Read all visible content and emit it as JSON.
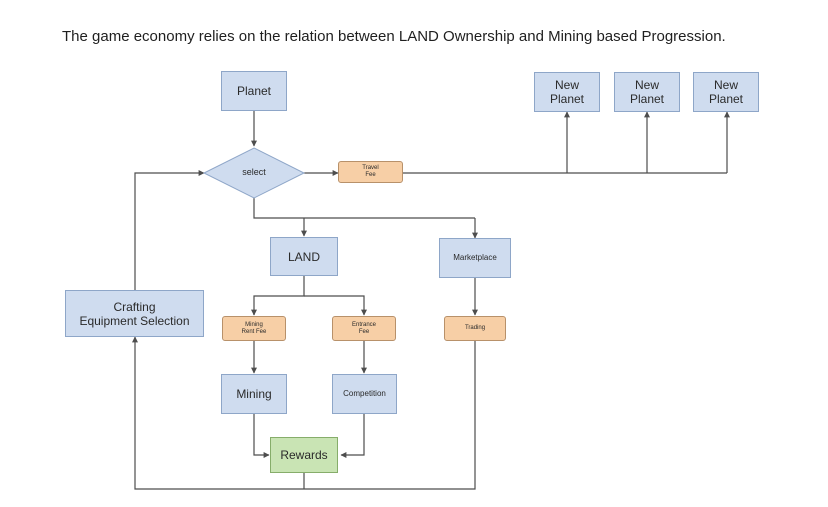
{
  "description": "The game economy relies on the relation between LAND Ownership and Mining based Progression.",
  "nodes": {
    "planet": "Planet",
    "new_planet_1": "New\nPlanet",
    "new_planet_2": "New\nPlanet",
    "new_planet_3": "New\nPlanet",
    "select": "select",
    "travel_fee": "Travel\nFee",
    "land": "LAND",
    "marketplace": "Marketplace",
    "crafting": "Crafting\nEquipment Selection",
    "mining_rent_fee": "Mining\nRent Fee",
    "entrance_fee": "Entrance\nFee",
    "trading": "Trading",
    "mining": "Mining",
    "competition": "Competition",
    "rewards": "Rewards"
  },
  "colors": {
    "blue_fill": "#cfdcef",
    "orange_fill": "#f7cfa6",
    "green_fill": "#c9e4b4",
    "connector": "#4d4d4d"
  }
}
